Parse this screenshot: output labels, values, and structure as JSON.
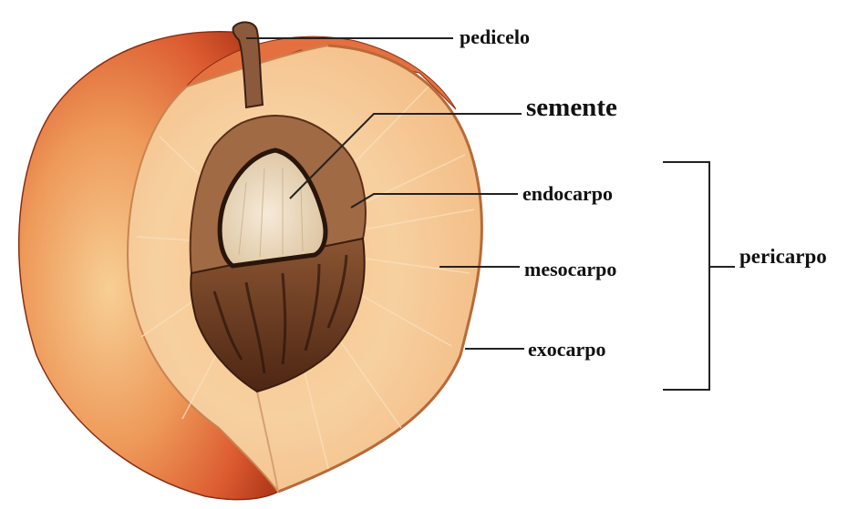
{
  "labels": {
    "pedicelo": "pedicelo",
    "semente": "semente",
    "endocarpo": "endocarpo",
    "mesocarpo": "mesocarpo",
    "exocarpo": "exocarpo",
    "pericarpo": "pericarpo"
  },
  "colors": {
    "skin": "#e0683a",
    "flesh": "#f3c48a",
    "pit": "#6b3a22",
    "seed": "#ead7bd",
    "leader_line": "#222222"
  }
}
